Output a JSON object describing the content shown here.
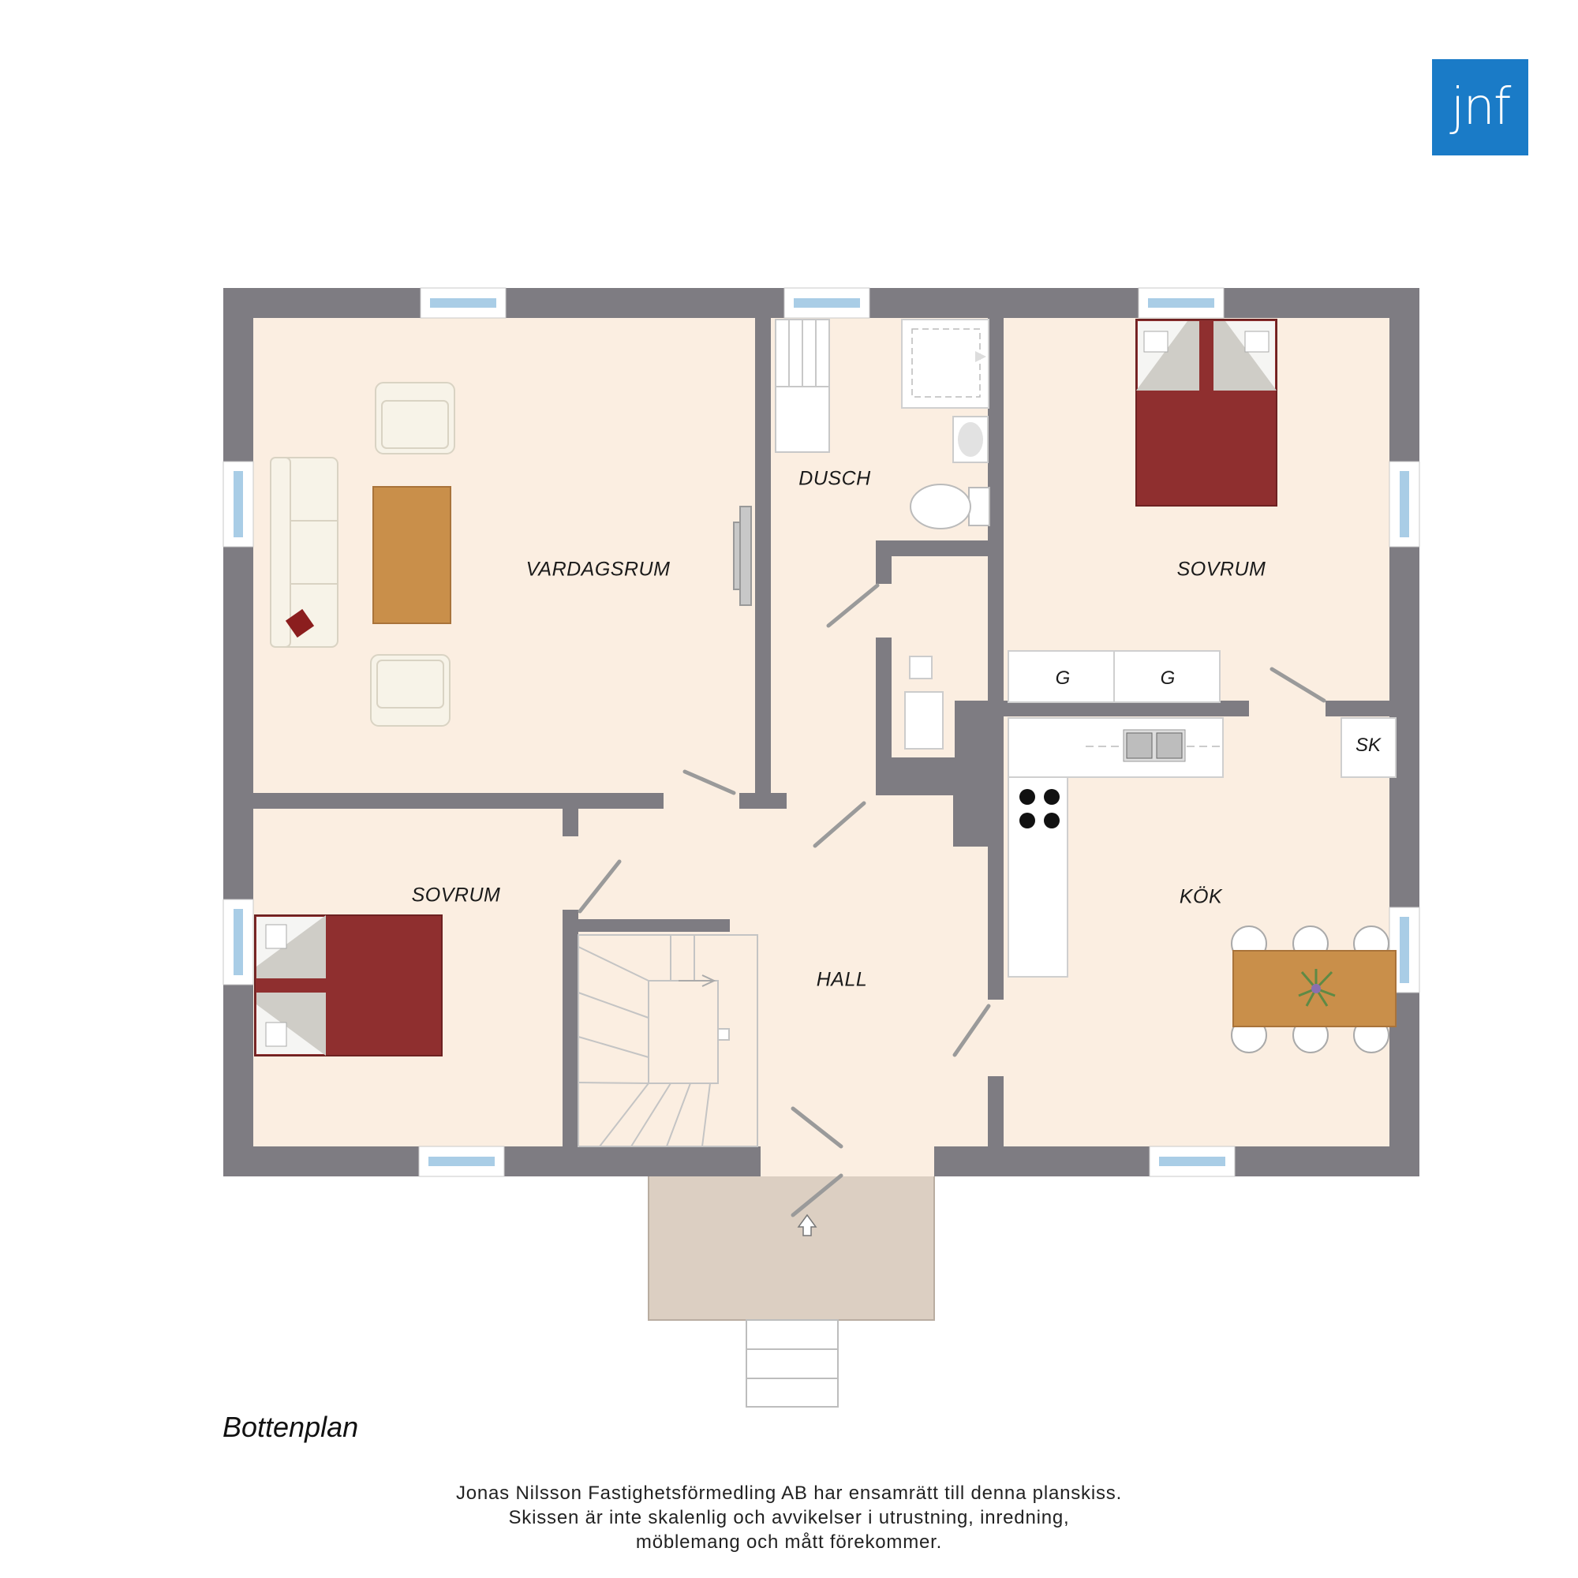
{
  "brand": {
    "logo_text": "jnf",
    "logo_color": "#1a7bc7"
  },
  "plan_title": "Bottenplan",
  "rooms": {
    "vardagsrum": "VARDAGSRUM",
    "dusch": "DUSCH",
    "sovrum_upper": "SOVRUM",
    "sovrum_lower": "SOVRUM",
    "hall": "HALL",
    "kok": "KÖK"
  },
  "fixtures": {
    "wardrobe_1": "G",
    "wardrobe_2": "G",
    "storage": "SK"
  },
  "disclaimer": [
    "Jonas Nilsson Fastighetsförmedling AB har ensamrätt till denna planskiss.",
    "Skissen är inte skalenlig och avvikelser i utrustning, inredning,",
    "möblemang och mått förekommer."
  ],
  "colors": {
    "wall": "#7e7c82",
    "floor": "#fbeee1",
    "porch": "#dccfc2",
    "window": "#a9cde6",
    "bed": "#8f2f2f",
    "table_wood": "#c98f4a"
  }
}
